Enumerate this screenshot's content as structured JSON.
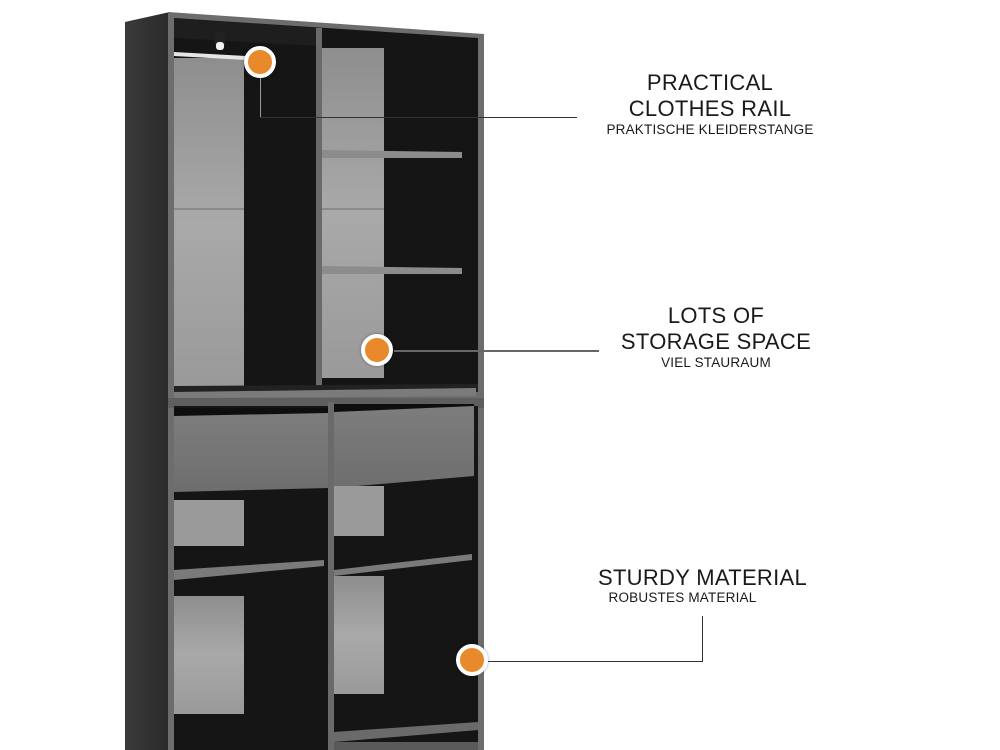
{
  "product": {
    "name": "clothes-rail-shelving-unit",
    "colors": {
      "body": "#2b2b2b",
      "interior_back": "#9a9a9a",
      "drawer": "#7a7a7a",
      "accent_dot": "#e8892b"
    }
  },
  "callouts": [
    {
      "title_lines": [
        "PRACTICAL",
        "CLOTHES RAIL"
      ],
      "subtitle": "PRAKTISCHE KLEIDERSTANGE"
    },
    {
      "title_lines": [
        "LOTS OF",
        "STORAGE SPACE"
      ],
      "subtitle": "VIEL STAURAUM"
    },
    {
      "title_lines": [
        "STURDY MATERIAL"
      ],
      "subtitle": "ROBUSTES MATERIAL"
    }
  ]
}
